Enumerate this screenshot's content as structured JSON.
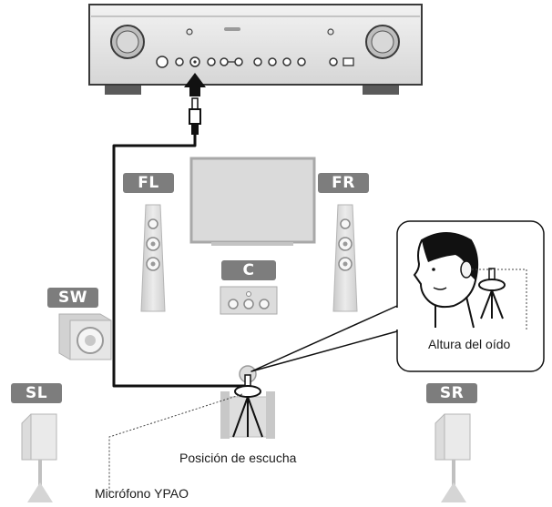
{
  "speakers": {
    "fl": "FL",
    "fr": "FR",
    "c": "C",
    "sw": "SW",
    "sl": "SL",
    "sr": "SR"
  },
  "labels": {
    "ear_height": "Altura del oído",
    "listening_position": "Posición de escucha",
    "microphone": "Micrófono YPAO"
  }
}
